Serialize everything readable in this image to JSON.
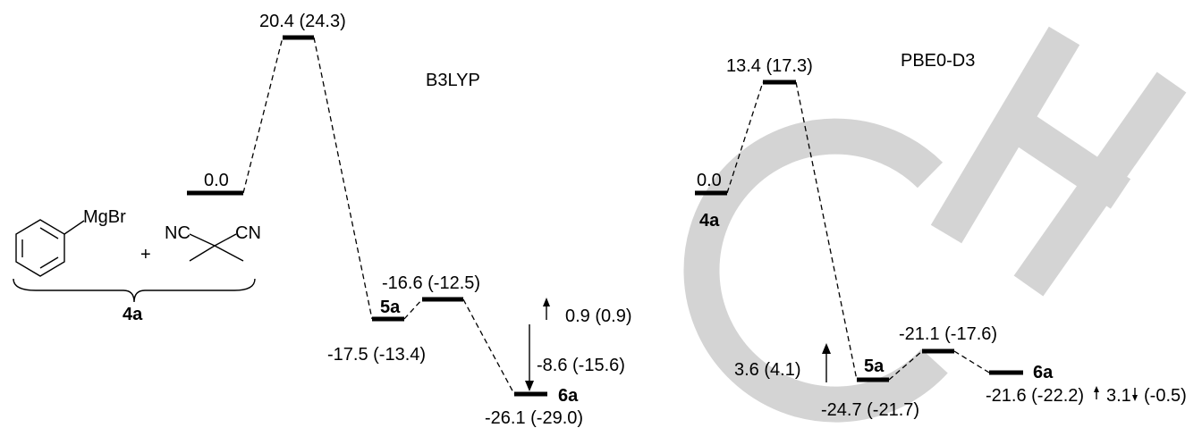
{
  "panels": {
    "b3lyp": {
      "method": "B3LYP",
      "reactant_energy": "0.0",
      "reactant_label": "4a",
      "ts1_energy": "20.4 (24.3)",
      "int_label": "5a",
      "int_energy": "-17.5 (-13.4)",
      "ts2_energy": "-16.6 (-12.5)",
      "prod_label": "6a",
      "prod_energy": "-26.1 (-29.0)",
      "up_diff": "0.9 (0.9)",
      "down_diff": "-8.6 (-15.6)"
    },
    "pbe0": {
      "method": "PBE0-D3",
      "reactant_energy": "0.0",
      "reactant_label": "4a",
      "ts1_energy": "13.4 (17.3)",
      "int_label": "5a",
      "int_energy": "-24.7 (-21.7)",
      "ts2_energy": "-21.1 (-17.6)",
      "prod_label": "6a",
      "prod_energy": "-21.6 (-22.2)",
      "up_diff": "3.6 (4.1)",
      "diff_right_a": "3.1",
      "diff_right_b": "(-0.5)"
    }
  },
  "structures": {
    "grignard_label": "MgBr",
    "plus": "+",
    "nc_left": "NC",
    "cn_right": "CN"
  },
  "watermark": "CH"
}
